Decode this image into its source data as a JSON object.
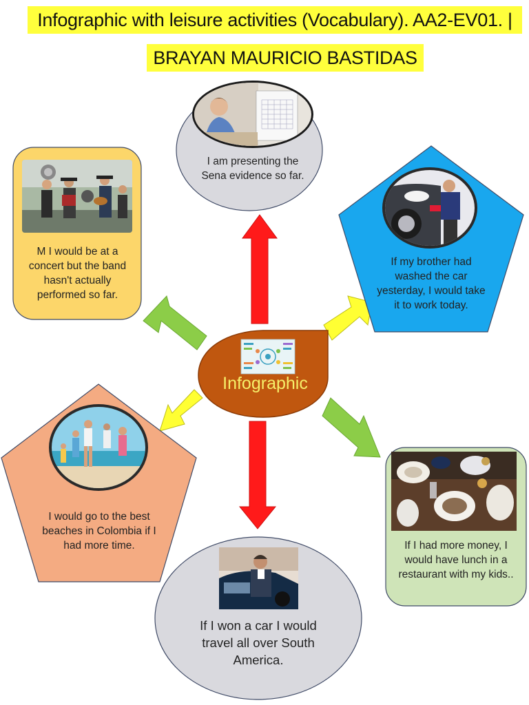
{
  "title": {
    "line1": "Infographic with leisure activities (Vocabulary). AA2-EV01. |",
    "line2": "BRAYAN MAURICIO BASTIDAS"
  },
  "center": {
    "label": "Infographic"
  },
  "nodes": {
    "top": {
      "caption": "I am presenting the Sena evidence so far."
    },
    "top_left": {
      "caption": "M I would be at a concert but the band hasn't actually performed so far."
    },
    "top_right": {
      "caption": "If my brother had washed the car yesterday, I would take it to work today."
    },
    "bottom_left": {
      "caption": "I would go to the best beaches in Colombia if I had more time."
    },
    "bottom": {
      "caption": "If I won a car I would travel all over South America."
    },
    "bottom_right": {
      "caption": "If I had more money, I would have lunch in a restaurant with my kids.."
    }
  },
  "colors": {
    "title_highlight": "#ffff3c",
    "center_shape": "#c0570f",
    "arrow_red": "#ff1a1a",
    "arrow_green": "#8ccd48",
    "arrow_yellow": "#ffff33",
    "oval_grey": "#d9d9de",
    "panel_yellow": "#fcd66a",
    "pentagon_blue": "#19a7ee",
    "pentagon_peach": "#f4ab82",
    "panel_green": "#cfe4b8"
  },
  "icons": {
    "classroom_photo": "student-at-desk-photo",
    "band_photo": "band-performing-photo",
    "car_wash_photo": "man-washing-car-photo",
    "beach_photo": "family-on-beach-photo",
    "car_photo": "man-leaning-on-car-photo",
    "restaurant_photo": "restaurant-table-photo",
    "center_icon": "infographic-icon"
  }
}
